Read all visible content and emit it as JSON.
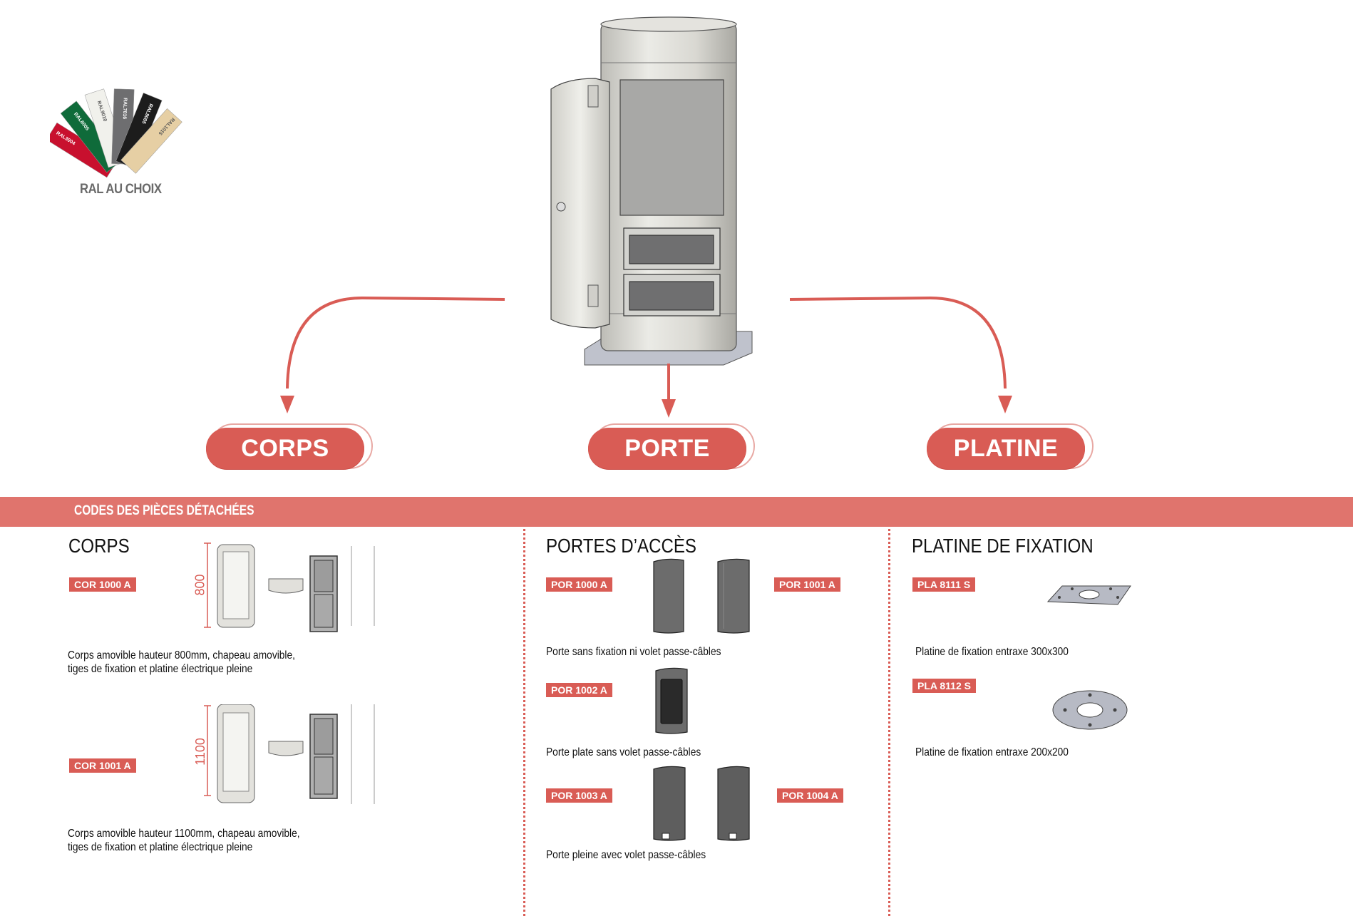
{
  "ral": {
    "label": "RAL AU CHOIX",
    "swatches": [
      {
        "name": "RAL3004",
        "color": "#c8102e"
      },
      {
        "name": "RAL6005",
        "color": "#0f6b3a"
      },
      {
        "name": "RAL9010",
        "color": "#f1f1ec"
      },
      {
        "name": "RAL7016",
        "color": "#6e6e70"
      },
      {
        "name": "RAL9005",
        "color": "#1c1c1c"
      },
      {
        "name": "RAL1015",
        "color": "#e6cfa4"
      }
    ]
  },
  "categories": {
    "corps": "CORPS",
    "porte": "PORTE",
    "platine": "PLATINE"
  },
  "band": {
    "title": "CODES DES PIÈCES DÉTACHÉES"
  },
  "sections": {
    "corps": {
      "title": "CORPS",
      "items": [
        {
          "code": "COR 1000 A",
          "dimension": "800",
          "desc_line1": "Corps amovible hauteur 800mm, chapeau amovible,",
          "desc_line2": "tiges de fixation et platine électrique pleine"
        },
        {
          "code": "COR 1001 A",
          "dimension": "1100",
          "desc_line1": "Corps amovible hauteur 1100mm, chapeau amovible,",
          "desc_line2": "tiges de fixation et platine électrique pleine"
        }
      ]
    },
    "portes": {
      "title": "PORTES D’ACCÈS",
      "codes": [
        "POR 1000 A",
        "POR 1001 A",
        "POR 1002 A",
        "POR 1003 A",
        "POR 1004 A"
      ],
      "descs": [
        "Porte sans fixation ni volet passe-câbles",
        "Porte plate sans volet passe-câbles",
        "Porte pleine avec volet passe-câbles"
      ]
    },
    "platine": {
      "title": "PLATINE DE FIXATION",
      "items": [
        {
          "code": "PLA 8111 S",
          "desc": "Platine de fixation entraxe 300x300"
        },
        {
          "code": "PLA 8112 S",
          "desc": "Platine de fixation entraxe 200x200"
        }
      ]
    }
  },
  "colors": {
    "accent": "#d95c55",
    "band": "#e0746d"
  }
}
